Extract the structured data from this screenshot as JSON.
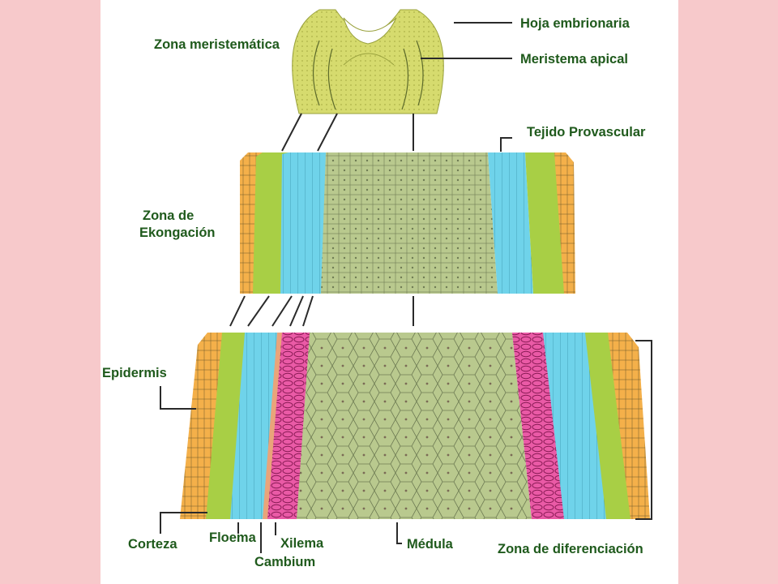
{
  "labels": {
    "hoja_embrionaria": "Hoja embrionaria",
    "zona_meristematica": "Zona meristemática",
    "meristema_apical": "Meristema apical",
    "tejido_provascular": "Tejido Provascular",
    "zona_elongacion_l1": "Zona de",
    "zona_elongacion_l2": "Ekongación",
    "epidermis": "Epidermis",
    "corteza": "Corteza",
    "floema": "Floema",
    "xilema": "Xilema",
    "cambium": "Cambium",
    "medula": "Médula",
    "zona_diferenciacion": "Zona de diferenciación"
  },
  "colors": {
    "background": "#f7c9cb",
    "panel": "#ffffff",
    "label_text": "#1f5a1c",
    "leader_line": "#2a2a2a",
    "apex": "#d6db6e",
    "epidermis": "#f4b04a",
    "cortex": "#a8cf45",
    "procambium_phloem": "#6fd3ea",
    "cambium": "#e9a47a",
    "xylem": "#ea5aa6",
    "pith": "#b9c98e"
  }
}
